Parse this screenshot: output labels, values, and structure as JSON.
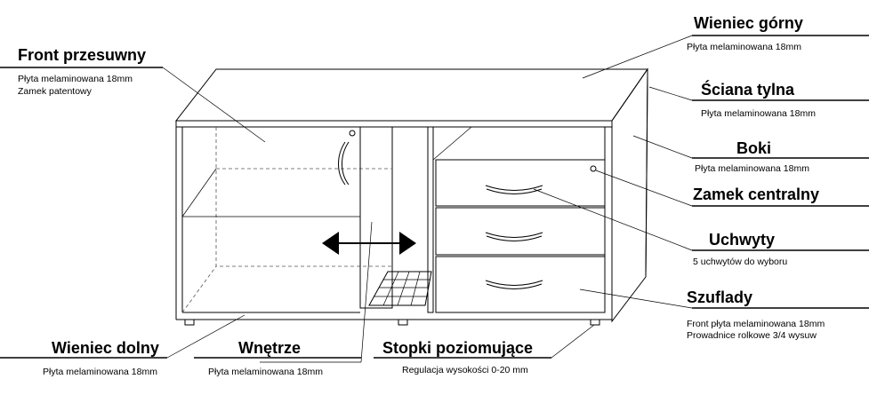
{
  "labels": {
    "front_przesuwny": {
      "title": "Front przesuwny",
      "lines": [
        "Płyta melaminowana 18mm",
        "Zamek patentowy"
      ]
    },
    "wieniec_gorny": {
      "title": "Wieniec górny",
      "lines": [
        "Płyta melaminowana 18mm"
      ]
    },
    "sciana_tylna": {
      "title": "Ściana tylna",
      "lines": [
        "Płyta melaminowana 18mm"
      ]
    },
    "boki": {
      "title": "Boki",
      "lines": [
        "Płyta melaminowana 18mm"
      ]
    },
    "zamek_centralny": {
      "title": "Zamek centralny",
      "lines": []
    },
    "uchwyty": {
      "title": "Uchwyty",
      "lines": [
        "5 uchwytów do wyboru"
      ]
    },
    "szuflady": {
      "title": "Szuflady",
      "lines": [
        "Front płyta melaminowana 18mm",
        "Prowadnice rolkowe 3/4 wysuw"
      ]
    },
    "wieniec_dolny": {
      "title": "Wieniec dolny",
      "lines": [
        "Płyta melaminowana 18mm"
      ]
    },
    "wnetrze": {
      "title": "Wnętrze",
      "lines": [
        "Płyta melaminowana 18mm"
      ]
    },
    "stopki": {
      "title": "Stopki poziomujące",
      "lines": [
        "Regulacja wysokości 0-20 mm"
      ]
    }
  }
}
